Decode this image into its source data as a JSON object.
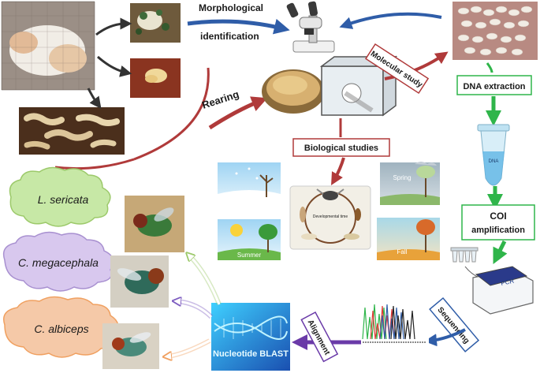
{
  "labels": {
    "morphological": "Morphological",
    "identification": "identification",
    "rearing": "Rearing",
    "molecular_study": "Molecular study",
    "dna_extraction": "DNA extraction",
    "biological_studies": "Biological studies",
    "coi": "COI",
    "amplification": "amplification",
    "sequencing": "Sequencing",
    "alignment": "Alignment",
    "nucleotide_blast": "Nucleotide BLAST",
    "pcr": "PCR"
  },
  "seasons": {
    "winter": "Winter",
    "spring": "Spring",
    "summer": "Summer",
    "fall": "Fall"
  },
  "developmental_time": "Developmental time",
  "species": [
    {
      "name": "L. sericata",
      "color": "#c7e8a6"
    },
    {
      "name": "C. megacephala",
      "color": "#d8c8ee"
    },
    {
      "name": "C. albiceps",
      "color": "#f5c9a8"
    }
  ],
  "colors": {
    "dark_red": "#b03a3a",
    "blue": "#2f5da8",
    "green": "#2fb54a",
    "purple": "#6a3aa8"
  }
}
